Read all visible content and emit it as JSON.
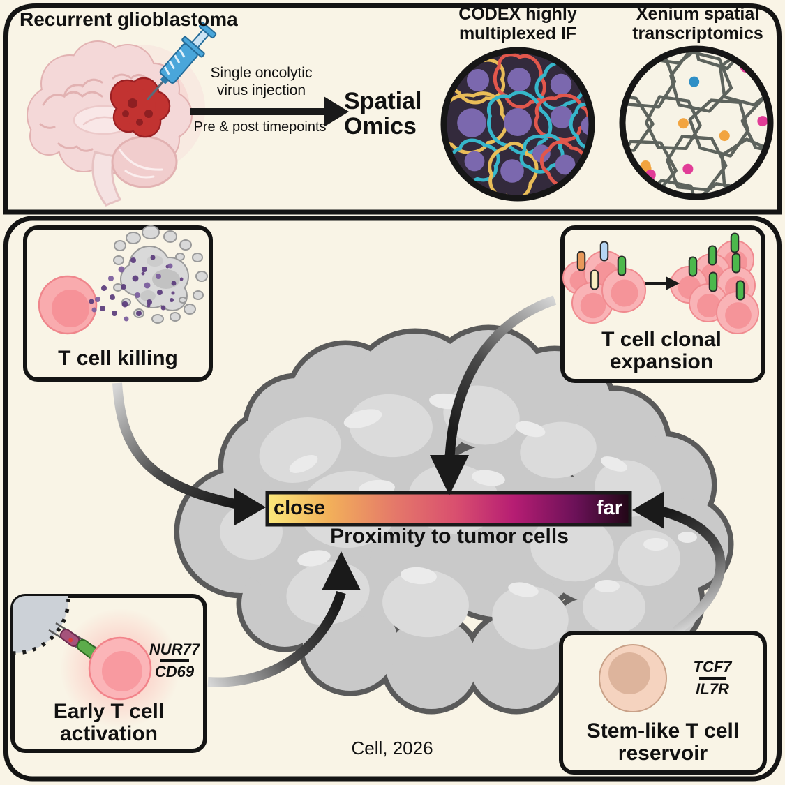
{
  "figure": {
    "journal_note": "Cell, 2026"
  },
  "top_panel": {
    "title": "Recurrent glioblastoma",
    "injection_label": "Single oncolytic\nvirus injection",
    "timeline_label": "Pre & post timepoints",
    "spatial_omics_label": "Spatial\nOmics",
    "codex_title": "CODEX highly\nmultiplexed IF",
    "xenium_title": "Xenium spatial\ntranscriptomics"
  },
  "bottom_panel": {
    "colorbar": {
      "left_label": "close",
      "right_label": "far",
      "caption": "Proximity to tumor cells",
      "gradient": [
        "#fbe97b",
        "#f2b05a",
        "#e4766a",
        "#d94f6f",
        "#b61d73",
        "#6b1158",
        "#200715"
      ]
    },
    "boxes": {
      "killing": {
        "label": "T cell killing"
      },
      "expansion": {
        "label": "T cell clonal\nexpansion"
      },
      "activation": {
        "label": "Early T cell\nactivation",
        "markers": {
          "numerator": "NUR77",
          "denominator": "CD69"
        }
      },
      "reservoir": {
        "label": "Stem-like T cell\nreservoir",
        "markers": {
          "numerator": "TCF7",
          "denominator": "IL7R"
        }
      }
    }
  },
  "palette": {
    "background": "#f9f4e6",
    "border": "#141414",
    "codex_background": "#332a3c",
    "codex_outline_yellow": "#e9bd58",
    "codex_outline_red": "#e2574c",
    "codex_outline_cyan": "#36b6ca",
    "codex_nucleus": "#7b68ae",
    "xenium_dot_blue": "#2f8fc6",
    "xenium_dot_teal": "#3eb8c9",
    "xenium_dot_orange": "#f2a43f",
    "xenium_dot_magenta": "#e13c97",
    "t_cell_pink": "#f9b1b4",
    "tumor_gray": "#c9c9c9",
    "stem_cell_tan": "#f5d3bf",
    "receptor_green": "#4cb84c",
    "granule_purple": "#5a3b7c"
  }
}
